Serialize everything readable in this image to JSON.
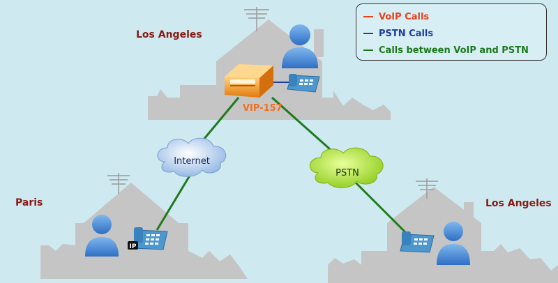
{
  "legend": {
    "items": [
      {
        "label": "VoIP Calls",
        "color": "#e8441c"
      },
      {
        "label": "PSTN Calls",
        "color": "#1e3ea0"
      },
      {
        "label": "Calls between VoIP and PSTN",
        "color": "#1d7a1d"
      }
    ]
  },
  "locations": {
    "top": "Los Angeles",
    "left": "Paris",
    "right": "Los Angeles"
  },
  "device": {
    "label": "VIP-157",
    "badge": "IP"
  },
  "clouds": {
    "internet": "Internet",
    "pstn": "PSTN"
  },
  "colors": {
    "background": "#cfe9f1",
    "house": "#c5c5c5",
    "person": "#4a8bd6",
    "phone": "#4d97cf",
    "router": "#f39a24",
    "internet_cloud": "#a9c8ec",
    "pstn_cloud": "#b2e23c",
    "link": "#1d7a1d"
  }
}
